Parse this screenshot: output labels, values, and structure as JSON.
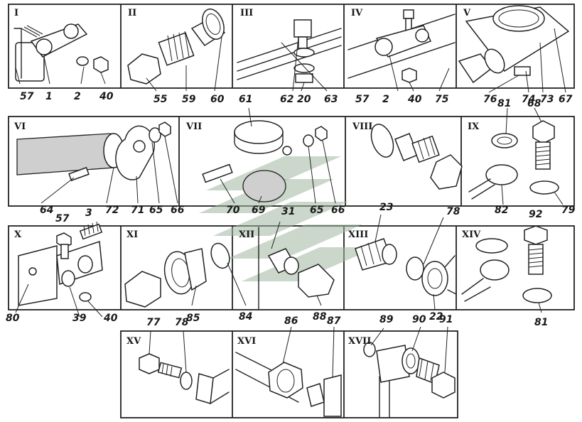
{
  "panels": {
    "p1": {
      "roman": "I",
      "labels": [
        "57",
        "1",
        "2",
        "40"
      ]
    },
    "p2": {
      "roman": "II",
      "labels": [
        "55",
        "59",
        "60"
      ]
    },
    "p3": {
      "roman": "III",
      "labels": [
        "62",
        "20",
        "63"
      ]
    },
    "p4": {
      "roman": "IV",
      "labels": [
        "57",
        "2",
        "40",
        "75"
      ]
    },
    "p5": {
      "roman": "V",
      "labels": [
        "76",
        "74",
        "73",
        "67"
      ]
    },
    "p6": {
      "roman": "VI",
      "labels": [
        "64",
        "72",
        "71",
        "65",
        "66"
      ]
    },
    "p7": {
      "roman": "VII",
      "labels": [
        "61",
        "70",
        "69",
        "65",
        "66"
      ]
    },
    "p8": {
      "roman": "VIII",
      "labels": []
    },
    "p9": {
      "roman": "IX",
      "labels": [
        "81",
        "68",
        "82",
        "79"
      ]
    },
    "p10": {
      "roman": "X",
      "labels": [
        "57",
        "3",
        "80",
        "39",
        "40"
      ]
    },
    "p11": {
      "roman": "XI",
      "labels": [
        "85"
      ]
    },
    "p12": {
      "roman": "XII",
      "labels": [
        "31",
        "84",
        "88"
      ]
    },
    "p13": {
      "roman": "XIII",
      "labels": [
        "23",
        "78",
        "22"
      ]
    },
    "p14": {
      "roman": "XIV",
      "labels": [
        "92",
        "81"
      ]
    },
    "p15": {
      "roman": "XV",
      "labels": [
        "77",
        "78"
      ]
    },
    "p16": {
      "roman": "XVI",
      "labels": [
        "86",
        "87"
      ]
    },
    "p17": {
      "roman": "XVII",
      "labels": [
        "89",
        "90",
        "91"
      ]
    }
  },
  "colors": {
    "line": "#222222",
    "watermark": "#9fb79f"
  }
}
